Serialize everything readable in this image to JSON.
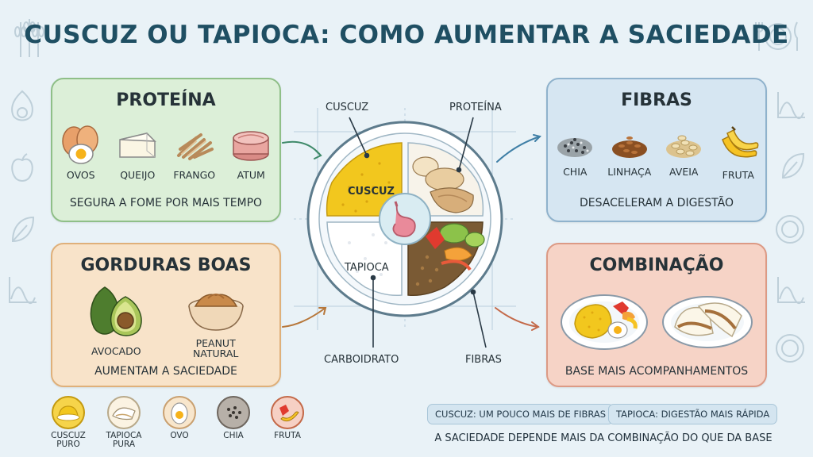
{
  "title": "CUSCUZ OU TAPIOCA: COMO AUMENTAR A SACIEDADE",
  "proteina": {
    "title": "PROTEÍNA",
    "items": [
      "OVOS",
      "QUEIJO",
      "FRANGO",
      "ATUM"
    ],
    "caption": "SEGURA A FOME POR MAIS TEMPO"
  },
  "gorduras": {
    "title": "GORDURAS BOAS",
    "items": [
      "AVOCADO",
      "PEANUT\nNATURAL"
    ],
    "caption": "AUMENTAM A SACIEDADE"
  },
  "fibras": {
    "title": "FIBRAS",
    "items": [
      "CHIA",
      "LINHAÇA",
      "AVEIA",
      "FRUTA"
    ],
    "caption": "DESACELERAM A DIGESTÃO"
  },
  "combinacao": {
    "title": "COMBINAÇÃO",
    "caption": "BASE MAIS ACOMPANHAMENTOS"
  },
  "plate": {
    "label_cuscuz_top": "CUSCUZ",
    "label_proteina_top": "PROTEÍNA",
    "label_cuscuz_inside": "CUSCUZ",
    "label_tapioca_inside": "TAPIOCA",
    "label_carboidrato": "CARBOIDRATO",
    "label_fibras": "FIBRAS"
  },
  "bottom_icons": [
    "CUSCUZ\nPURO",
    "TAPIOCA\nPURA",
    "OVO",
    "CHIA",
    "FRUTA"
  ],
  "pills": [
    "CUSCUZ: UM POUCO MAIS DE FIBRAS",
    "TAPIOCA: DIGESTÃO MAIS RÁPIDA"
  ],
  "footer_note": "A SACIEDADE DEPENDE MAIS DA COMBINAÇÃO DO QUE DA BASE",
  "colors": {
    "proteina_bg": "#dcefd8",
    "gorduras_bg": "#f8e3c9",
    "fibras_bg": "#d6e6f2",
    "combinacao_bg": "#f6d3c6",
    "title": "#1f4f63"
  }
}
